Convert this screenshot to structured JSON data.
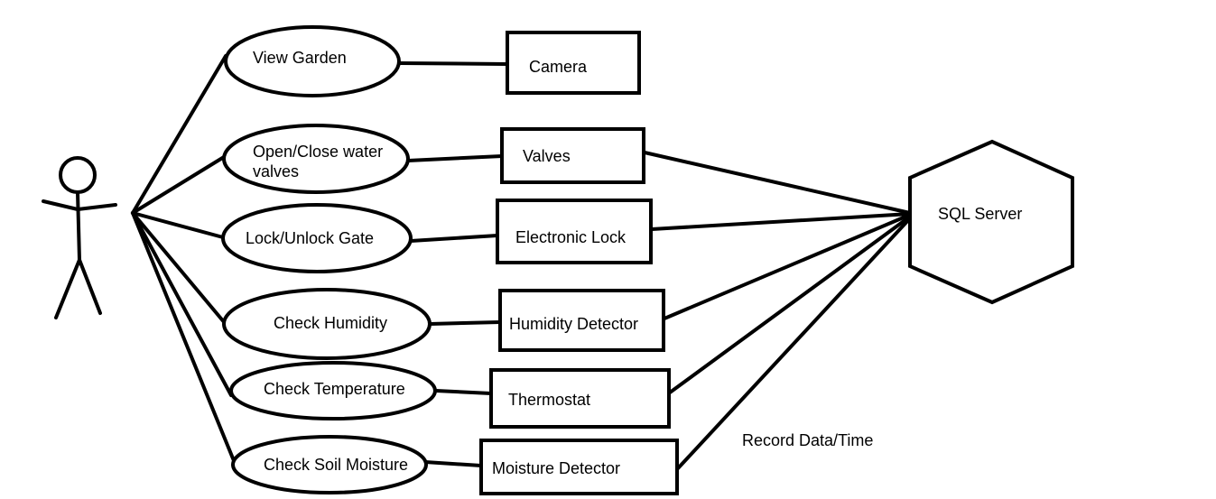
{
  "diagram": {
    "use_cases": [
      {
        "label": "View Garden"
      },
      {
        "label": "Open/Close water valves"
      },
      {
        "label": "Lock/Unlock Gate"
      },
      {
        "label": "Check Humidity"
      },
      {
        "label": "Check Temperature"
      },
      {
        "label": "Check Soil Moisture"
      }
    ],
    "components": [
      {
        "label": "Camera"
      },
      {
        "label": "Valves"
      },
      {
        "label": "Electronic Lock"
      },
      {
        "label": "Humidity Detector"
      },
      {
        "label": "Thermostat"
      },
      {
        "label": "Moisture Detector"
      }
    ],
    "server": {
      "label": "SQL Server"
    },
    "annotation": "Record Data/Time"
  }
}
